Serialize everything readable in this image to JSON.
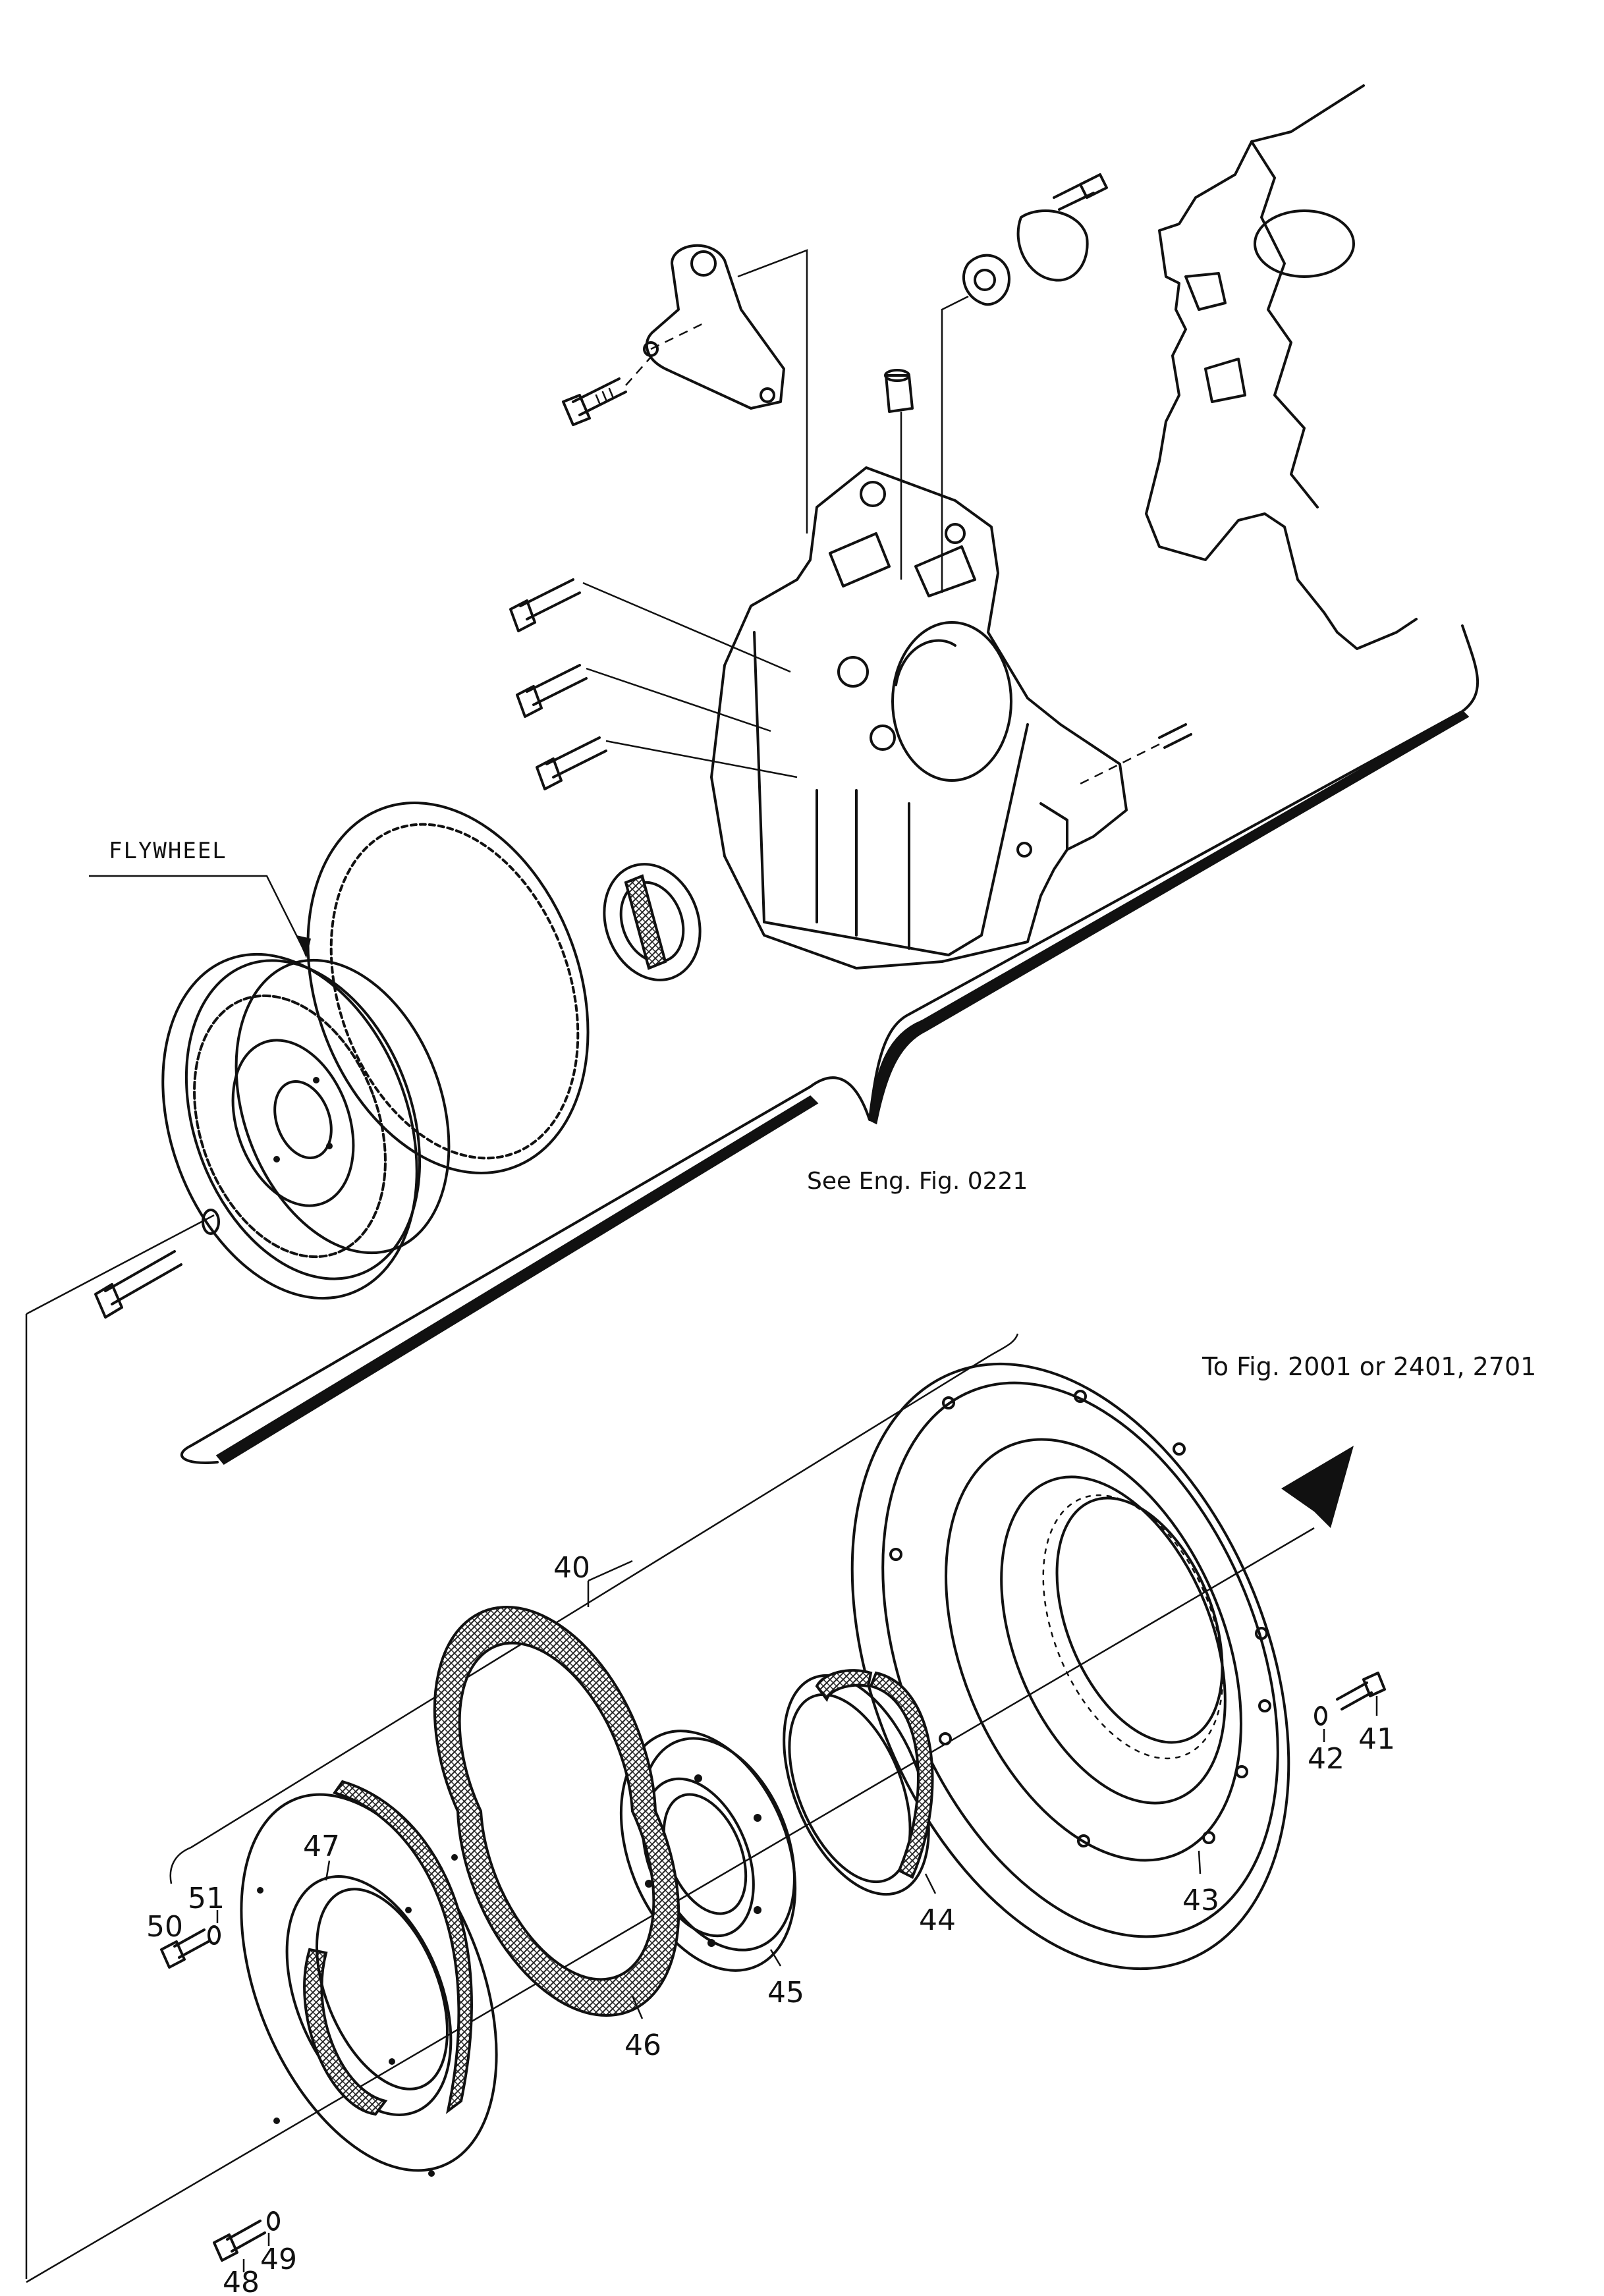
{
  "labels": {
    "flywheel": "FLYWHEEL",
    "see_ref": "See  Eng.  Fig.  0221",
    "to_ref": "To  Fig.  2001  or  2401, 2701"
  },
  "callouts": [
    "40",
    "41",
    "42",
    "43",
    "44",
    "45",
    "46",
    "47",
    "48",
    "49",
    "50",
    "51"
  ]
}
